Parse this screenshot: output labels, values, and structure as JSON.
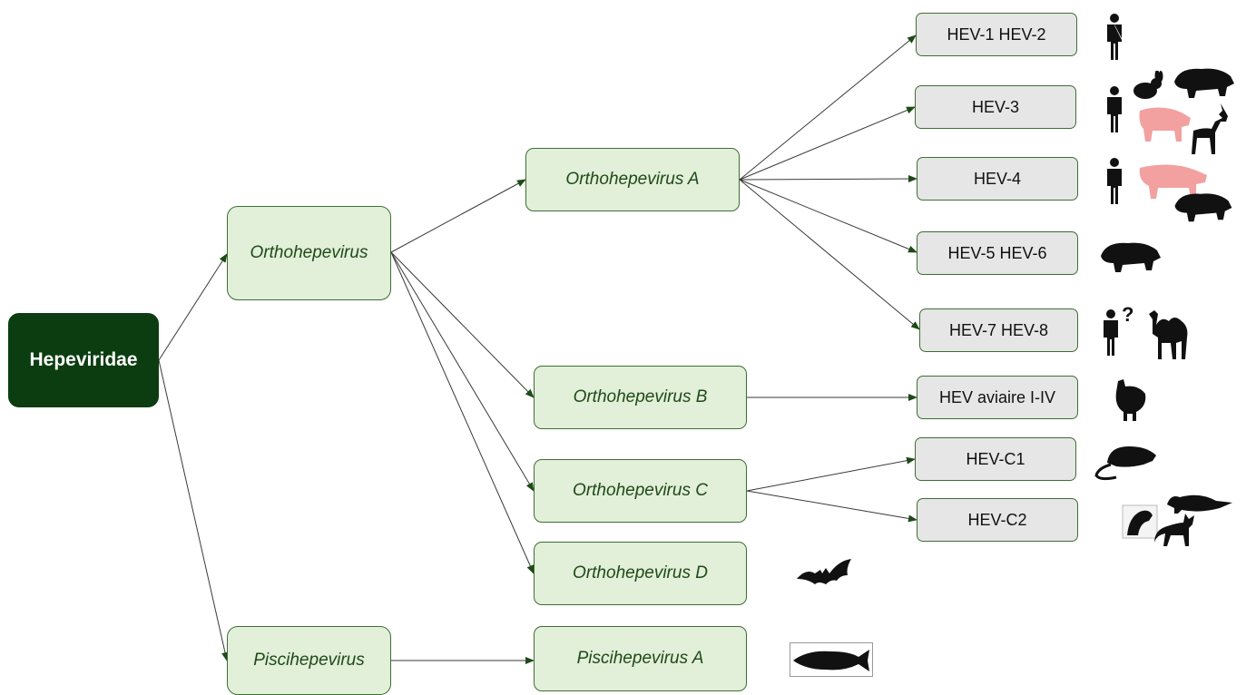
{
  "root": {
    "label": "Hepeviridae"
  },
  "genera": {
    "ortho": {
      "label": "Orthohepevirus"
    },
    "pisci": {
      "label": "Piscihepevirus"
    }
  },
  "species": {
    "a": {
      "label": "Orthohepevirus A"
    },
    "b": {
      "label": "Orthohepevirus B"
    },
    "c": {
      "label": "Orthohepevirus C"
    },
    "d": {
      "label": "Orthohepevirus D"
    },
    "pa": {
      "label": "Piscihepevirus A"
    }
  },
  "genotypes": {
    "g12": {
      "label": "HEV-1 HEV-2",
      "hosts": [
        "human"
      ]
    },
    "g3": {
      "label": "HEV-3",
      "hosts": [
        "human",
        "rabbit",
        "wild-boar",
        "pig",
        "deer"
      ]
    },
    "g4": {
      "label": "HEV-4",
      "hosts": [
        "human",
        "pig",
        "wild-boar"
      ]
    },
    "g56": {
      "label": "HEV-5 HEV-6",
      "hosts": [
        "wild-boar"
      ]
    },
    "g78": {
      "label": "HEV-7 HEV-8",
      "hosts": [
        "human-uncertain",
        "camel"
      ],
      "question_mark": "?"
    },
    "avian": {
      "label": "HEV aviaire I-IV",
      "hosts": [
        "chicken"
      ]
    },
    "c1": {
      "label": "HEV-C1",
      "hosts": [
        "rat"
      ]
    },
    "c2": {
      "label": "HEV-C2",
      "hosts": [
        "ferret",
        "mink",
        "fox"
      ]
    }
  },
  "species_hosts": {
    "d": [
      "bat"
    ],
    "pa": [
      "trout"
    ]
  },
  "colors": {
    "root": "#0b3d10",
    "box_green": "#e2efd9",
    "box_grey": "#e6e6e6",
    "border": "#3f6e33",
    "arrow": "#3a3a3a",
    "pig": "#f2a0a0"
  }
}
